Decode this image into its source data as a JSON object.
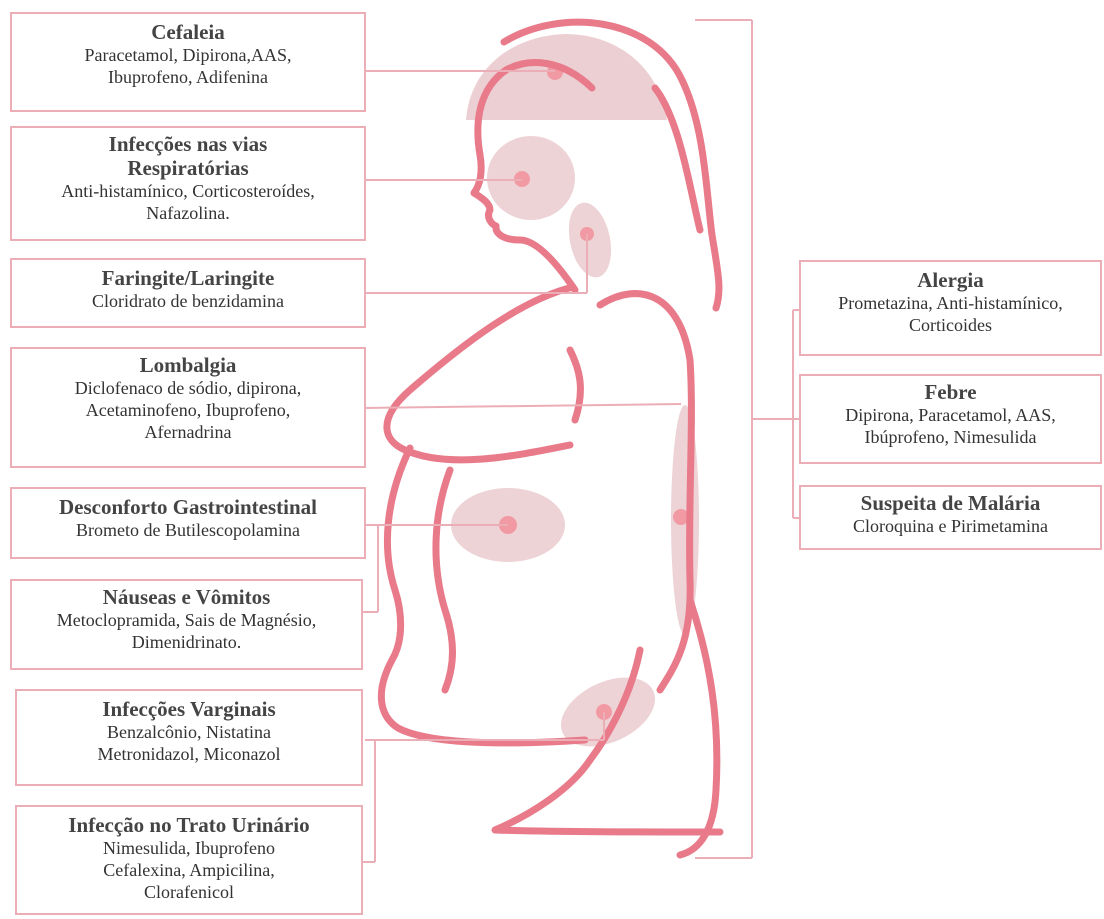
{
  "colors": {
    "line": "#e87a8a",
    "box_border": "#ecaeb6",
    "region_fill": "#dca8ae",
    "region_dot": "#f29aa3"
  },
  "boxes": [
    {
      "id": "cefaleia",
      "title_lines": [
        "Cefaleia"
      ],
      "text_lines": [
        "Paracetamol, Dipirona,AAS,",
        "Ibuprofeno, Adifenina"
      ]
    },
    {
      "id": "respiratorias",
      "title_lines": [
        "Infecções nas vias",
        "Respiratórias"
      ],
      "text_lines": [
        "Anti-histamínico, Corticosteroídes,",
        "Nafazolina."
      ]
    },
    {
      "id": "faringite",
      "title_lines": [
        "Faringite/Laringite"
      ],
      "text_lines": [
        "Cloridrato de benzidamina"
      ]
    },
    {
      "id": "lombalgia",
      "title_lines": [
        "Lombalgia"
      ],
      "text_lines": [
        "Diclofenaco de sódio, dipirona,",
        "Acetaminofeno, Ibuprofeno,",
        "Afernadrina"
      ]
    },
    {
      "id": "gastro",
      "title_lines": [
        "Desconforto Gastrointestinal"
      ],
      "text_lines": [
        "Brometo de Butilescopolamina"
      ]
    },
    {
      "id": "nauseas",
      "title_lines": [
        "Náuseas e Vômitos"
      ],
      "text_lines": [
        "Metoclopramida, Sais de Magnésio,",
        "Dimenidrinato."
      ]
    },
    {
      "id": "vaginais",
      "title_lines": [
        "Infecções Varginais"
      ],
      "text_lines": [
        "Benzalcônio, Nistatina",
        "Metronidazol, Miconazol"
      ]
    },
    {
      "id": "urinario",
      "title_lines": [
        "Infecção no Trato Urinário"
      ],
      "text_lines": [
        "Nimesulida, Ibuprofeno",
        "Cefalexina, Ampicilina,",
        "Clorafenicol"
      ]
    },
    {
      "id": "alergia",
      "title_lines": [
        "Alergia"
      ],
      "text_lines": [
        "Prometazina, Anti-histamínico,",
        "Corticoides"
      ]
    },
    {
      "id": "febre",
      "title_lines": [
        "Febre"
      ],
      "text_lines": [
        "Dipirona, Paracetamol, AAS,",
        "Ibúprofeno, Nimesulida"
      ]
    },
    {
      "id": "malaria",
      "title_lines": [
        "Suspeita de Malária"
      ],
      "text_lines": [
        "Cloroquina e Pirimetamina"
      ]
    }
  ]
}
